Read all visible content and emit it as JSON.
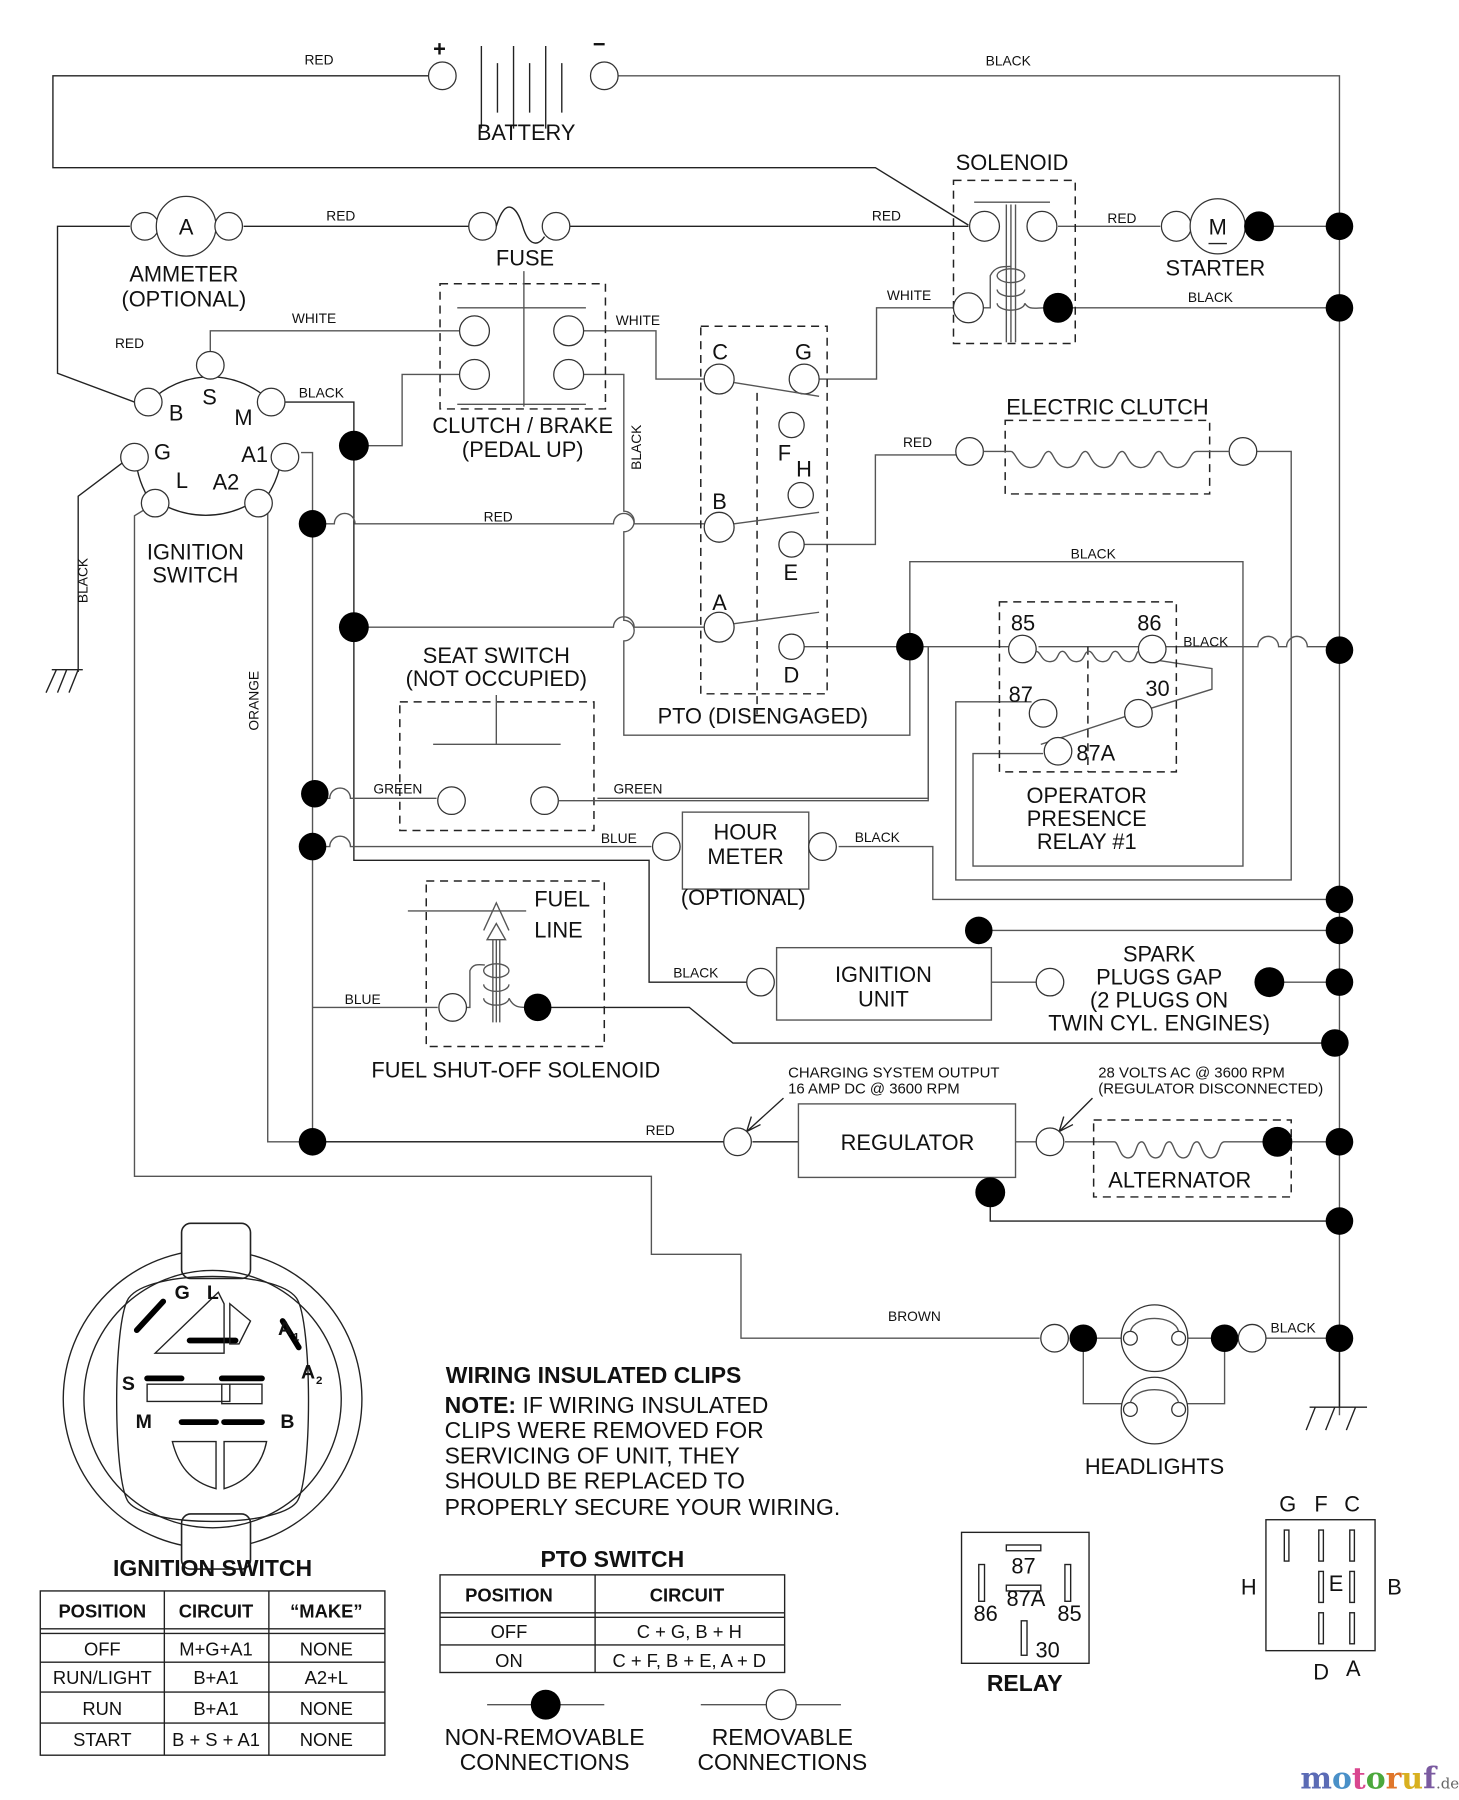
{
  "wire_labels": {
    "battery_pos": "RED",
    "battery_neg": "BLACK",
    "ammeter_fuse": "RED",
    "fuse_solenoid": "RED",
    "solenoid_starter": "RED",
    "solenoid_white": "WHITE",
    "solenoid_black": "BLACK",
    "ign_red": "RED",
    "ign_white": "WHITE",
    "ign_black_m": "BLACK",
    "clutch_white": "WHITE",
    "clutch_black": "BLACK",
    "pto_b_red": "RED",
    "eclutch_red": "RED",
    "relay_black_top": "BLACK",
    "relay_black_86": "BLACK",
    "ground_black": "BLACK",
    "orange": "ORANGE",
    "seat_green_l": "GREEN",
    "seat_green_r": "GREEN",
    "hour_blue": "BLUE",
    "hour_black": "BLACK",
    "ign_unit_black": "BLACK",
    "fuel_blue": "BLUE",
    "reg_red": "RED",
    "brown": "BROWN",
    "headlight_black": "BLACK"
  },
  "components": {
    "battery": "BATTERY",
    "battery_plus": "+",
    "battery_minus": "−",
    "ammeter_symbol": "A",
    "ammeter": [
      "AMMETER",
      "(OPTIONAL)"
    ],
    "fuse": "FUSE",
    "solenoid": "SOLENOID",
    "starter_symbol": "M",
    "starter": "STARTER",
    "ignition_switch": [
      "IGNITION",
      "SWITCH"
    ],
    "ign_terminals": {
      "B": "B",
      "S": "S",
      "M": "M",
      "G": "G",
      "A1": "A1",
      "L": "L",
      "A2": "A2"
    },
    "clutch_brake": [
      "CLUTCH / BRAKE",
      "(PEDAL UP)"
    ],
    "pto_terminals": {
      "C": "C",
      "G": "G",
      "F": "F",
      "H": "H",
      "B": "B",
      "E": "E",
      "A": "A",
      "D": "D"
    },
    "pto": "PTO (DISENGAGED)",
    "electric_clutch": "ELECTRIC CLUTCH",
    "seat_switch": [
      "SEAT SWITCH",
      "(NOT OCCUPIED)"
    ],
    "relay_terminals": {
      "t85": "85",
      "t86": "86",
      "t87": "87",
      "t30": "30",
      "t87a": "87A"
    },
    "operator_relay": [
      "OPERATOR",
      "PRESENCE",
      "RELAY #1"
    ],
    "hour_meter": [
      "HOUR",
      "METER"
    ],
    "hour_meter_opt": "(OPTIONAL)",
    "fuel_line": [
      "FUEL",
      "LINE"
    ],
    "fuel_solenoid": "FUEL SHUT-OFF SOLENOID",
    "ignition_unit": [
      "IGNITION",
      "UNIT"
    ],
    "spark_plugs": [
      "SPARK",
      "PLUGS GAP",
      "(2 PLUGS ON",
      "TWIN CYL. ENGINES)"
    ],
    "charging_note": [
      "CHARGING SYSTEM OUTPUT",
      "16 AMP DC @ 3600 RPM"
    ],
    "regulator": "REGULATOR",
    "ac_note": [
      "28 VOLTS AC @ 3600 RPM",
      "(REGULATOR DISCONNECTED)"
    ],
    "alternator": "ALTERNATOR",
    "headlights": "HEADLIGHTS"
  },
  "switch_face": {
    "G": "G",
    "L": "L",
    "A1": "A",
    "A1_sub": "1",
    "A2": "A",
    "A2_sub": "2",
    "S": "S",
    "M": "M",
    "B": "B"
  },
  "ignition_table": {
    "title": "IGNITION SWITCH",
    "headers": [
      "POSITION",
      "CIRCUIT",
      "“MAKE”"
    ],
    "rows": [
      [
        "OFF",
        "M+G+A1",
        "NONE"
      ],
      [
        "RUN/LIGHT",
        "B+A1",
        "A2+L"
      ],
      [
        "RUN",
        "B+A1",
        "NONE"
      ],
      [
        "START",
        "B + S + A1",
        "NONE"
      ]
    ]
  },
  "note": {
    "title": "WIRING INSULATED CLIPS",
    "lead": "NOTE:",
    "lines": [
      " IF WIRING INSULATED",
      "CLIPS WERE REMOVED FOR",
      "SERVICING OF UNIT, THEY",
      "SHOULD BE REPLACED TO",
      "PROPERLY SECURE YOUR WIRING."
    ]
  },
  "pto_table": {
    "title": "PTO SWITCH",
    "headers": [
      "POSITION",
      "CIRCUIT"
    ],
    "rows": [
      [
        "OFF",
        "C + G, B + H"
      ],
      [
        "ON",
        "C + F, B + E, A + D"
      ]
    ]
  },
  "legend": {
    "non_removable": [
      "NON-REMOVABLE",
      "CONNECTIONS"
    ],
    "removable": [
      "REMOVABLE",
      "CONNECTIONS"
    ]
  },
  "relay_pinout": {
    "title": "RELAY",
    "p87": "87",
    "p87a": "87A",
    "p86": "86",
    "p85": "85",
    "p30": "30"
  },
  "pto_pinout": {
    "G": "G",
    "F": "F",
    "C": "C",
    "H": "H",
    "E": "E",
    "B": "B",
    "D": "D",
    "A": "A"
  },
  "watermark": {
    "m": "m",
    "o1": "o",
    "t": "t",
    "o2": "o",
    "r": "r",
    "u": "u",
    "f": "f",
    "de": ".de",
    "colors": {
      "m": "#5b6bb5",
      "o1": "#4a90c8",
      "t": "#d9478f",
      "o2": "#4ba83c",
      "r": "#e0762a",
      "u": "#d8b020",
      "f": "#7a5aa0",
      "de": "#666666"
    }
  }
}
